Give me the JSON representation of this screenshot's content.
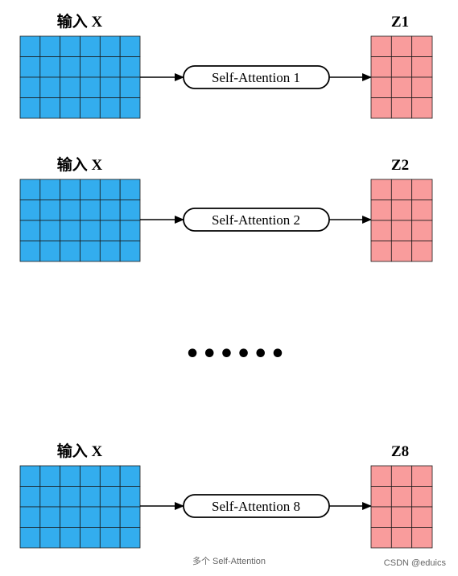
{
  "colors": {
    "input_fill": "#33adee",
    "output_fill": "#f99c9c",
    "grid_line": "#1a1a1a",
    "arrow": "#000000"
  },
  "input_grid": {
    "rows": 4,
    "cols": 6
  },
  "output_grid": {
    "rows": 4,
    "cols": 3
  },
  "rows": [
    {
      "input_label": "输入  X",
      "attention_label": "Self-Attention 1",
      "output_label": "Z1"
    },
    {
      "input_label": "输入  X",
      "attention_label": "Self-Attention 2",
      "output_label": "Z2"
    },
    {
      "input_label": "输入  X",
      "attention_label": "Self-Attention 8",
      "output_label": "Z8"
    }
  ],
  "ellipsis": "••••••",
  "caption": "多个 Self-Attention",
  "watermark": "CSDN @eduics"
}
